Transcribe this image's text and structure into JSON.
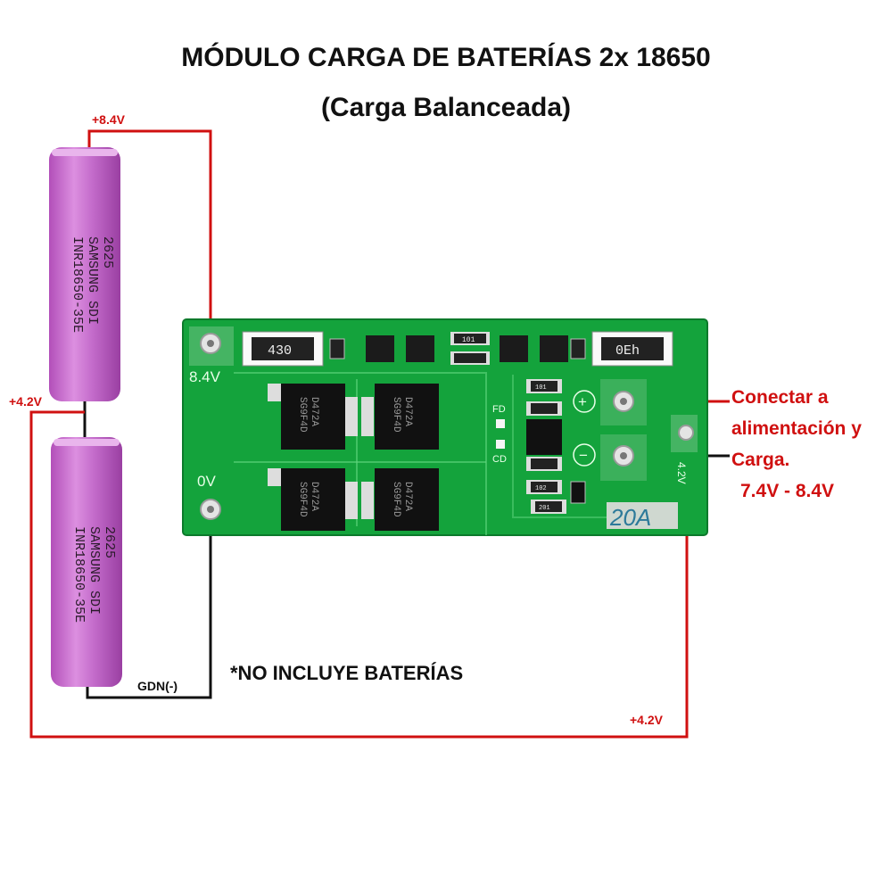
{
  "title": "MÓDULO CARGA DE BATERÍAS 2x 18650",
  "subtitle": "(Carga Balanceada)",
  "note": "*NO INCLUYE BATERÍAS",
  "connect_label": {
    "line1": "Conectar a",
    "line2": "alimentación y",
    "line3": "Carga.",
    "range": "7.4V - 8.4V"
  },
  "wire_labels": {
    "top_positive": "+8.4V",
    "mid_positive": "+4.2V",
    "ground": "GDN(-)",
    "bottom_positive": "+4.2V"
  },
  "battery": {
    "line1": "INR18650-35E",
    "line2": "SAMSUNG SDI",
    "line3": "2625"
  },
  "board": {
    "pad_top_label": "8.4V",
    "pad_bottom_label": "0V",
    "current_label": "20A",
    "resistor_left": "430",
    "resistor_right": "0Eh",
    "mosfet_line1": "D472A",
    "mosfet_line2": "SG9F4D",
    "small_r1": "101",
    "small_r2": "101",
    "small_r3": "102",
    "small_r4": "201",
    "fd_label": "FD",
    "cd_label": "CD",
    "plus_symbol": "+",
    "minus_symbol": "−",
    "side_pad_label": "4.2V"
  },
  "colors": {
    "wire_red": "#d01010",
    "wire_black": "#111111",
    "battery": "#c060c8",
    "pcb": "#14a33c"
  }
}
